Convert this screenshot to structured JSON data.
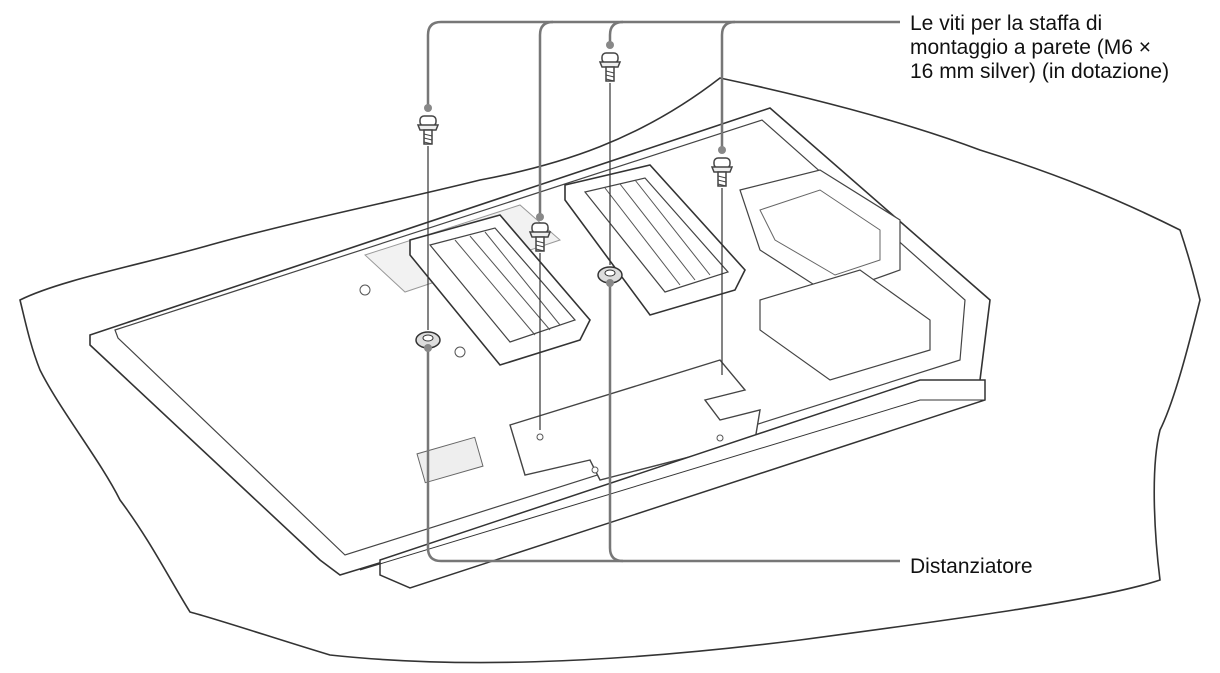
{
  "callouts": {
    "screws": {
      "lines": [
        "Le viti per la staffa di",
        "montaggio a parete (M6 ×",
        "16 mm silver) (in dotazione)"
      ]
    },
    "spacer": {
      "text": "Distanziatore"
    }
  },
  "colors": {
    "line": "#555555",
    "fill": "#ffffff",
    "shade": "#dddddd"
  }
}
